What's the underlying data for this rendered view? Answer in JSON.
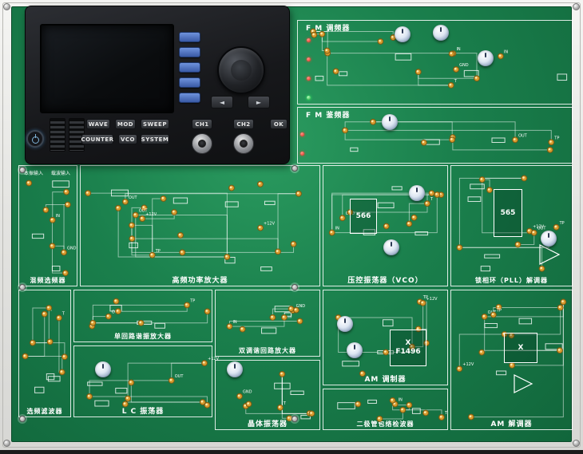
{
  "device": {
    "buttons_row1": [
      "WAVE",
      "MOD",
      "SWEEP"
    ],
    "buttons_row2": [
      "COUNTER",
      "VCO",
      "SYSTEM"
    ],
    "channel_buttons": [
      "CH1",
      "CH2",
      "OK"
    ],
    "icons": {
      "arrow_left": "◄",
      "arrow_right": "►"
    }
  },
  "sections": {
    "fm_mod": {
      "label": "F M 调频器"
    },
    "fm_demod": {
      "label": "F M 鉴频器"
    },
    "mixer": {
      "label": "混频选频器",
      "input1": "本振输入",
      "input2": "载波输入"
    },
    "hf_amp": {
      "label": "高频功率放大器"
    },
    "vco": {
      "label": "压控振荡器（VCO）"
    },
    "pll": {
      "label": "锁相环（PLL）解调器"
    },
    "filter": {
      "label": "选频滤波器"
    },
    "single_tuned": {
      "label": "单回路谐振放大器"
    },
    "double_tuned": {
      "label": "双调谐回路放大器"
    },
    "lc_osc": {
      "label": "L C 振荡器"
    },
    "crystal_osc": {
      "label": "晶体振荡器"
    },
    "am_mod": {
      "label": "AM 调制器"
    },
    "envelope": {
      "label": "二极管包络检波器"
    },
    "am_demod": {
      "label": "AM 解调器"
    }
  },
  "chips": {
    "vco_ic": "566",
    "pll_ic": "565",
    "am_mod_ic_top": "X",
    "am_mod_ic": "F1496",
    "am_demod_ic": "X"
  },
  "port_labels": [
    "IN",
    "OUT",
    "GND",
    "+12V",
    "T",
    "TP"
  ],
  "colors": {
    "pcb_green": "#1a7f4c",
    "pad_gold": "#d89b2e",
    "softkey_blue": "#4668b0"
  }
}
